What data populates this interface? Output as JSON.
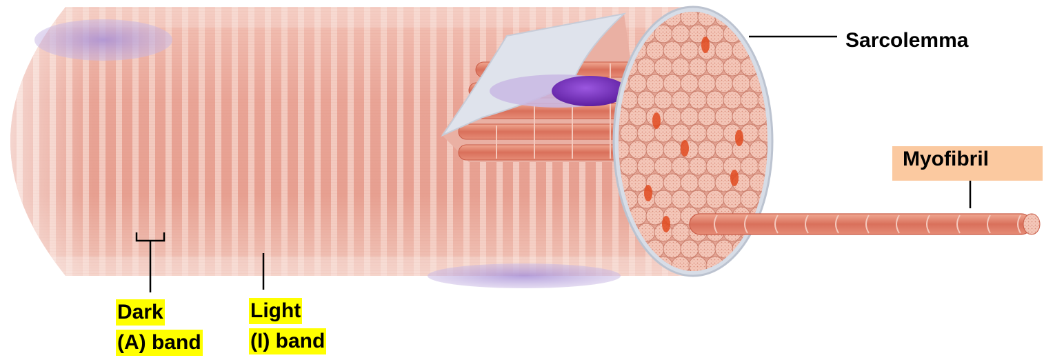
{
  "labels": {
    "sarcolemma": "Sarcolemma",
    "myofibril": "Myofibril",
    "dark_band_line1": "Dark",
    "dark_band_line2": "(A) band",
    "light_band_line1": "Light",
    "light_band_line2": "(I) band"
  },
  "colors": {
    "fiber_body": "#ecab9c",
    "fiber_stripe": "#f6d2c8",
    "myofibril_fill": "#e58a72",
    "myofibril_end": "#f5cbbd",
    "nucleus": "#b7a3d8",
    "nucleus_exposed": "#7d3cc4",
    "label_highlight": "#ffff00",
    "myofibril_label_box": "#fbc9a0"
  }
}
